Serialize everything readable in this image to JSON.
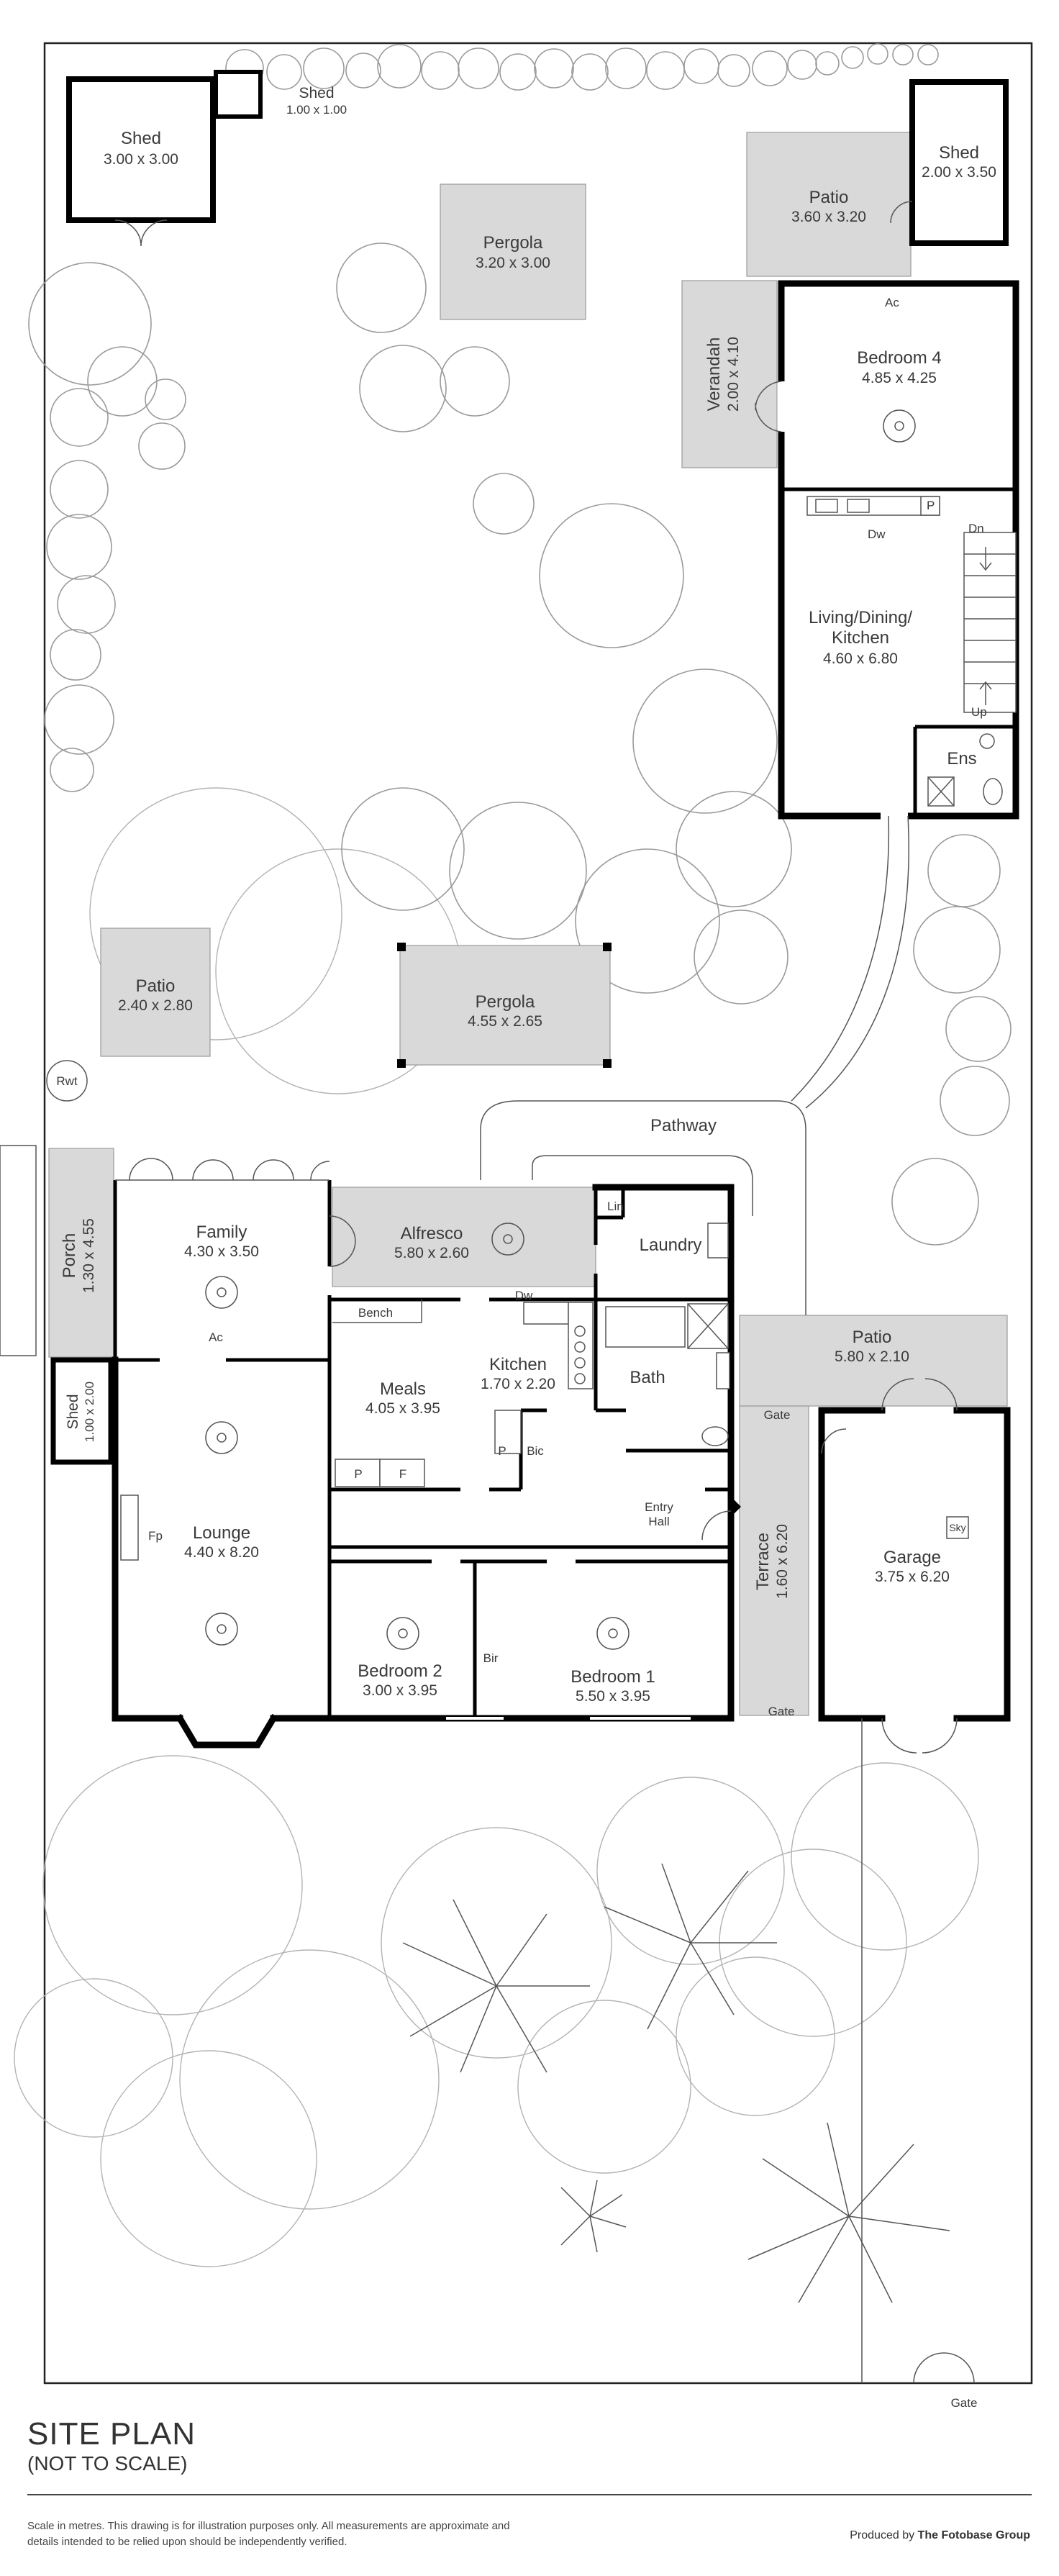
{
  "rooms": {
    "shed_nw": {
      "name": "Shed",
      "dim": "3.00 x 3.00"
    },
    "shed_small": {
      "name": "Shed",
      "dim": "1.00 x 1.00"
    },
    "pergola_top": {
      "name": "Pergola",
      "dim": "3.20 x 3.00"
    },
    "patio_ne": {
      "name": "Patio",
      "dim": "3.60 x 3.20"
    },
    "shed_ne": {
      "name": "Shed",
      "dim": "2.00 x 3.50"
    },
    "verandah": {
      "name": "Verandah",
      "dim": "2.00 x 4.10"
    },
    "bedroom4": {
      "name": "Bedroom 4",
      "dim": "4.85 x 4.25"
    },
    "living": {
      "name_line1": "Living/Dining/",
      "name_line2": "Kitchen",
      "dim": "4.60 x 6.80"
    },
    "ens": {
      "name": "Ens"
    },
    "patio_w": {
      "name": "Patio",
      "dim": "2.40 x 2.80"
    },
    "pergola_mid": {
      "name": "Pergola",
      "dim": "4.55 x 2.65"
    },
    "pathway": {
      "name": "Pathway"
    },
    "rwt": {
      "name": "Rwt"
    },
    "porch": {
      "name": "Porch",
      "dim": "1.30 x 4.55"
    },
    "shed_porch": {
      "name": "Shed",
      "dim": "1.00 x 2.00"
    },
    "family": {
      "name": "Family",
      "dim": "4.30 x 3.50"
    },
    "alfresco": {
      "name": "Alfresco",
      "dim": "5.80 x 2.60"
    },
    "laundry": {
      "name": "Laundry"
    },
    "lin": {
      "name": "Lin"
    },
    "patio_se": {
      "name": "Patio",
      "dim": "5.80 x 2.10"
    },
    "meals": {
      "name": "Meals",
      "dim": "4.05 x 3.95"
    },
    "kitchen": {
      "name": "Kitchen",
      "dim": "1.70 x 2.20"
    },
    "bath": {
      "name": "Bath"
    },
    "lounge": {
      "name": "Lounge",
      "dim": "4.40 x 8.20"
    },
    "entry": {
      "name_line1": "Entry",
      "name_line2": "Hall"
    },
    "terrace": {
      "name": "Terrace",
      "dim": "1.60 x 6.20"
    },
    "garage": {
      "name": "Garage",
      "dim": "3.75 x 6.20"
    },
    "bedroom2": {
      "name": "Bedroom 2",
      "dim": "3.00 x 3.95"
    },
    "bedroom1": {
      "name": "Bedroom 1",
      "dim": "5.50 x 3.95"
    }
  },
  "fixtures": {
    "ac": "Ac",
    "dn": "Dn",
    "up": "Up",
    "dw": "Dw",
    "p": "P",
    "f": "F",
    "bic": "Bic",
    "bir": "Bir",
    "fp": "Fp",
    "sky": "Sky",
    "bench": "Bench",
    "gate": "Gate"
  },
  "footer": {
    "title": "SITE PLAN",
    "subtitle": "(NOT TO SCALE)",
    "disclaimer": "Scale in metres. This drawing is for illustration purposes only. All measurements are approximate and details intended to be relied upon should be independently verified.",
    "producer_prefix": "Produced by",
    "producer_name": "The Fotobase Group"
  },
  "colors": {
    "shade": "#d9d9d9",
    "wall": "#000000",
    "tree_outline": "#9a9a9a"
  }
}
